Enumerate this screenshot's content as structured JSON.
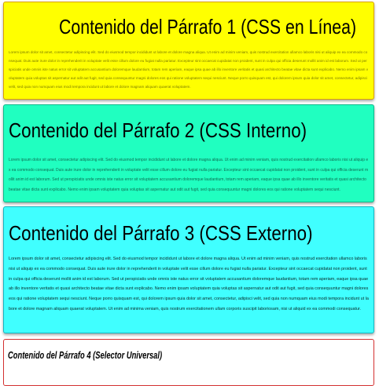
{
  "colors": {
    "box1_bg": "#ffff00",
    "box2_bg": "#20ffc0",
    "box3_bg": "#40ffff",
    "box4_border": "#d33030"
  },
  "boxes": [
    {
      "title": "Contenido del Párrafo 1 (CSS en Línea)",
      "text": "Lorem ipsum dolor sit amet, consectetur adipiscing elit. Sed do eiusmod tempor incididunt ut labore et dolore magna aliqua. Ut enim ad minim veniam, quis nostrud exercitation ullamco laboris nisi ut aliquip ex ea commodo consequat. Duis aute irure dolor in reprehenderit in voluptate velit esse cillum dolore eu fugiat nulla pariatur. Excepteur sint occaecat cupidatat non proident, sunt in culpa qui officia deserunt mollit anim id est laborum. Sed ut perspiciatis unde omnis iste natus error sit voluptatem accusantium doloremque laudantium, totam rem aperiam, eaque ipsa quae ab illo inventore veritatis et quasi architecto beatae vitae dicta sunt explicabo. Nemo enim ipsam voluptatem quia voluptas sit aspernatur aut odit aut fugit, sed quia consequuntur magni dolores eos qui ratione voluptatem sequi nesciunt. Neque porro quisquam est, qui dolorem ipsum quia dolor sit amet, consectetur, adipisci velit, sed quia non numquam eius modi tempora incidunt ut labore et dolore magnam aliquam quaerat voluptatem."
    },
    {
      "title": "Contenido del Párrafo 2 (CSS Interno)",
      "text": "Lorem ipsum dolor sit amet, consectetur adipiscing elit. Sed do eiusmod tempor incididunt ut labore et dolore magna aliqua. Ut enim ad minim veniam, quis nostrud exercitation ullamco laboris nisi ut aliquip ex ea commodo consequat. Duis aute irure dolor in reprehenderit in voluptate velit esse cillum dolore eu fugiat nulla pariatur. Excepteur sint occaecat cupidatat non proident, sunt in culpa qui officia deserunt mollit anim id est laborum. Sed ut perspiciatis unde omnis iste natus error sit voluptatem accusantium doloremque laudantium, totam rem aperiam, eaque ipsa quae ab illo inventore veritatis et quasi architecto beatae vitae dicta sunt explicabo. Nemo enim ipsam voluptatem quia voluptas sit aspernatur aut odit aut fugit, sed quia consequuntur magni dolores eos qui ratione voluptatem sequi nesciunt."
    },
    {
      "title": "Contenido del Párrafo 3 (CSS Externo)",
      "text": "Lorem ipsum dolor sit amet, consectetur adipiscing elit. Sed do eiusmod tempor incididunt ut labore et dolore magna aliqua. Ut enim ad minim veniam, quis nostrud exercitation ullamco laboris nisi ut aliquip ex ea commodo consequat. Duis aute irure dolor in reprehenderit in voluptate velit esse cillum dolore eu fugiat nulla pariatur. Excepteur sint occaecat cupidatat non proident, sunt in culpa qui officia deserunt mollit anim id est laborum. Sed ut perspiciatis unde omnis iste natus error sit voluptatem accusantium doloremque laudantium, totam rem aperiam, eaque ipsa quae ab illo inventore veritatis et quasi architecto beatae vitae dicta sunt explicabo. Nemo enim ipsam voluptatem quia voluptas sit aspernatur aut odit aut fugit, sed quia consequuntur magni dolores eos qui ratione voluptatem sequi nesciunt. Neque porro quisquam est, qui dolorem ipsum quia dolor sit amet, consectetur, adipisci velit, sed quia non numquam eius modi tempora incidunt ut labore et dolore magnam aliquam quaerat voluptatem. Ut enim ad minima veniam, quis nostrum exercitationem ullam corporis suscipit laboriosam, nisi ut aliquid ex ea commodi consequatur."
    },
    {
      "title": "Contenido del Párrafo 4 (Selector Universal)"
    }
  ]
}
